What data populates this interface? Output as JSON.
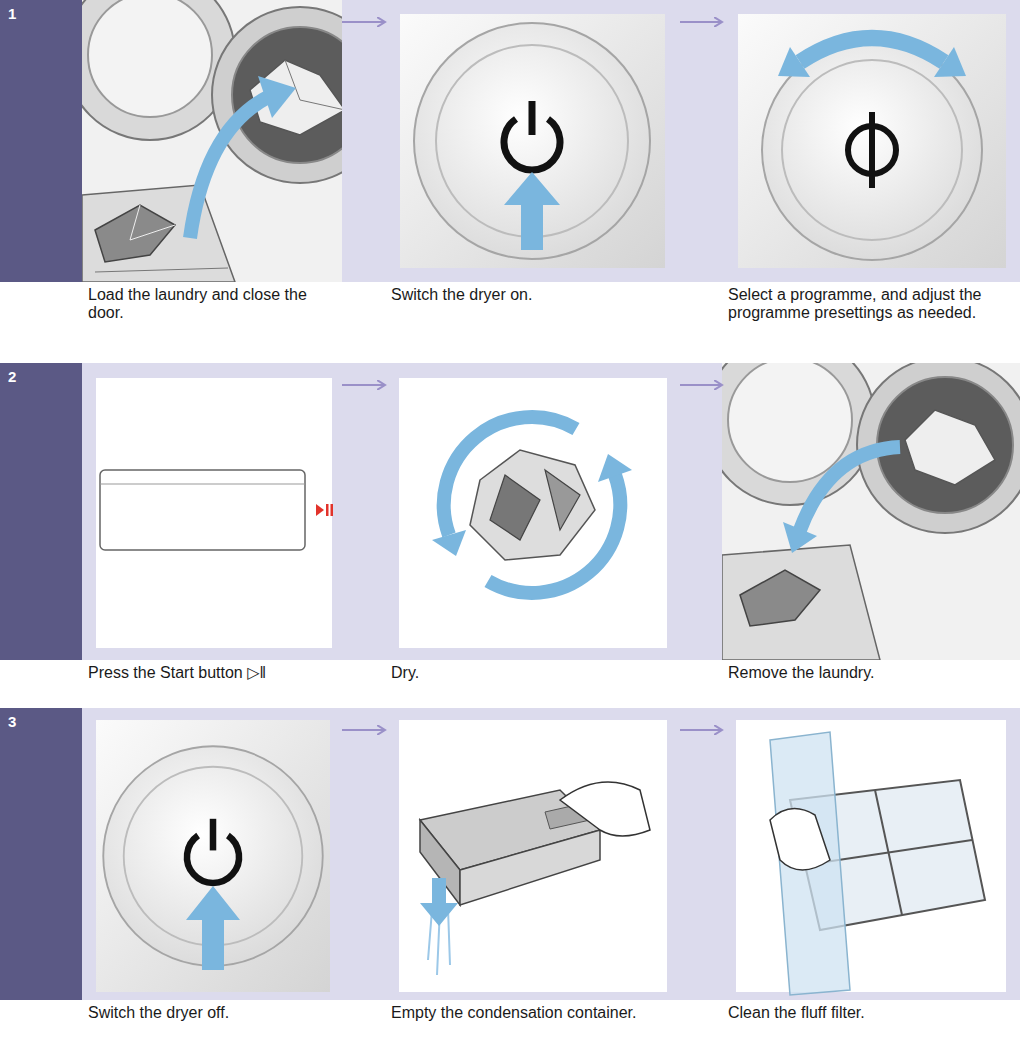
{
  "diagram": {
    "nodes": [
      {
        "text": [
          "1"
        ]
      },
      {
        "text": [
          "Load the laundry and close the door."
        ]
      },
      {
        "text": [
          "Switch the dryer on."
        ]
      },
      {
        "text": [
          "Select a programme, and adjust the programme presettings as needed."
        ]
      },
      {
        "text": [
          "2"
        ]
      },
      {
        "text": [
          "Press the Start button ▷‖"
        ]
      },
      {
        "text": [
          "Dry."
        ]
      },
      {
        "text": [
          "Remove the laundry."
        ]
      },
      {
        "text": [
          "3"
        ]
      },
      {
        "text": [
          "Switch the dryer off."
        ]
      },
      {
        "text": [
          "Empty the condensation container."
        ]
      },
      {
        "text": [
          "Clean the fluff filter."
        ]
      }
    ],
    "edges": [
      {
        "from": 1,
        "to": 2,
        "arrow": "to"
      },
      {
        "from": 2,
        "to": 3,
        "arrow": "to"
      },
      {
        "from": 5,
        "to": 6,
        "arrow": "to"
      },
      {
        "from": 6,
        "to": 7,
        "arrow": "to"
      },
      {
        "from": 9,
        "to": 10,
        "arrow": "to"
      },
      {
        "from": 10,
        "to": 11,
        "arrow": "to"
      }
    ]
  }
}
